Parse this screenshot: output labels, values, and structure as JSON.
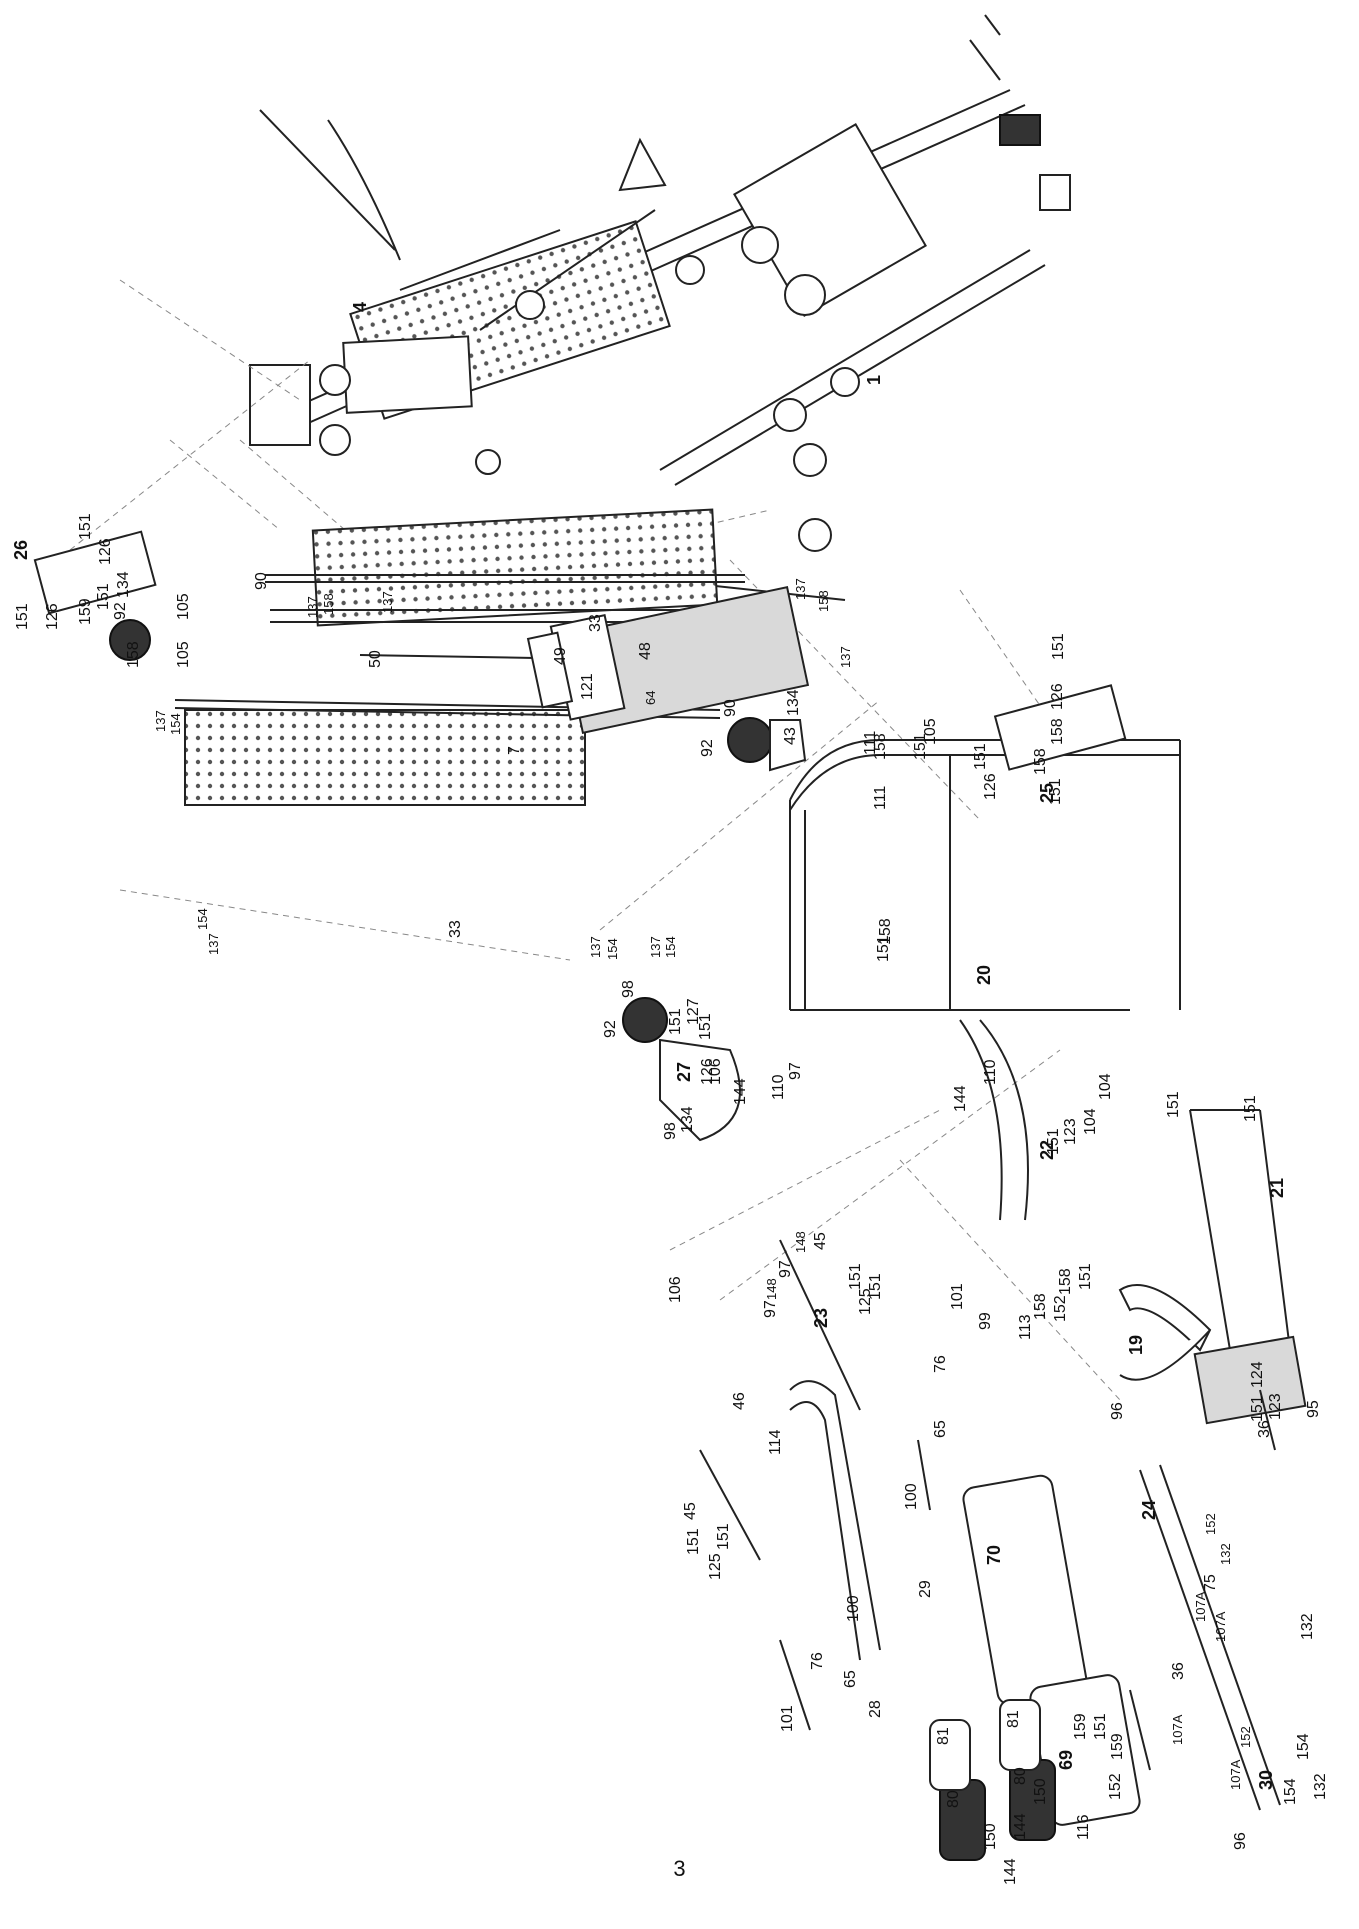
{
  "page_number": "3",
  "labels": [
    "1",
    "4",
    "7",
    "19",
    "20",
    "21",
    "22",
    "23",
    "24",
    "25",
    "26",
    "27",
    "28",
    "29",
    "30",
    "33",
    "33",
    "36",
    "36",
    "43",
    "45",
    "45",
    "46",
    "48",
    "49",
    "50",
    "64",
    "65",
    "65",
    "69",
    "70",
    "75",
    "76",
    "76",
    "80",
    "80",
    "81",
    "81",
    "90",
    "90",
    "92",
    "92",
    "92",
    "95",
    "96",
    "96",
    "97",
    "97",
    "97",
    "98",
    "98",
    "99",
    "100",
    "100",
    "101",
    "101",
    "104",
    "104",
    "105",
    "105",
    "105",
    "106",
    "106",
    "107A",
    "107A",
    "107A",
    "107A",
    "110",
    "110",
    "111",
    "111",
    "113",
    "114",
    "116",
    "121",
    "123",
    "123",
    "124",
    "125",
    "125",
    "126",
    "126",
    "126",
    "126",
    "126",
    "127",
    "132",
    "132",
    "132",
    "134",
    "134",
    "134",
    "137",
    "137",
    "137",
    "137",
    "137",
    "137",
    "137",
    "137",
    "144",
    "144",
    "144",
    "144",
    "148",
    "148",
    "150",
    "150",
    "151",
    "151",
    "151",
    "151",
    "151",
    "151",
    "151",
    "151",
    "151",
    "151",
    "151",
    "151",
    "151",
    "151",
    "151",
    "151",
    "151",
    "151",
    "151",
    "151",
    "152",
    "152",
    "152",
    "152",
    "154",
    "154",
    "154",
    "154",
    "154",
    "154",
    "158",
    "158",
    "158",
    "158",
    "158",
    "158",
    "158",
    "158",
    "158",
    "159",
    "159",
    "159"
  ]
}
